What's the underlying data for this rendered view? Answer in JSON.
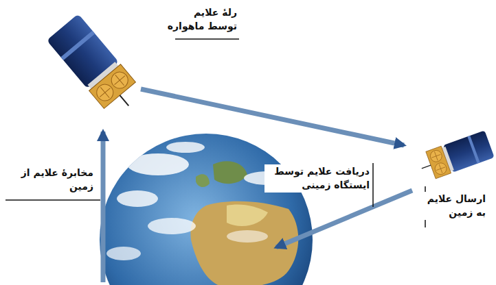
{
  "diagram": {
    "labels": [
      "رلهٔ علایم توسط ماهواره",
      "مخابرهٔ علایم از زمین",
      "دریافت علایم توسط ایستگاه زمینی",
      "ارسال علایم به زمین"
    ]
  }
}
